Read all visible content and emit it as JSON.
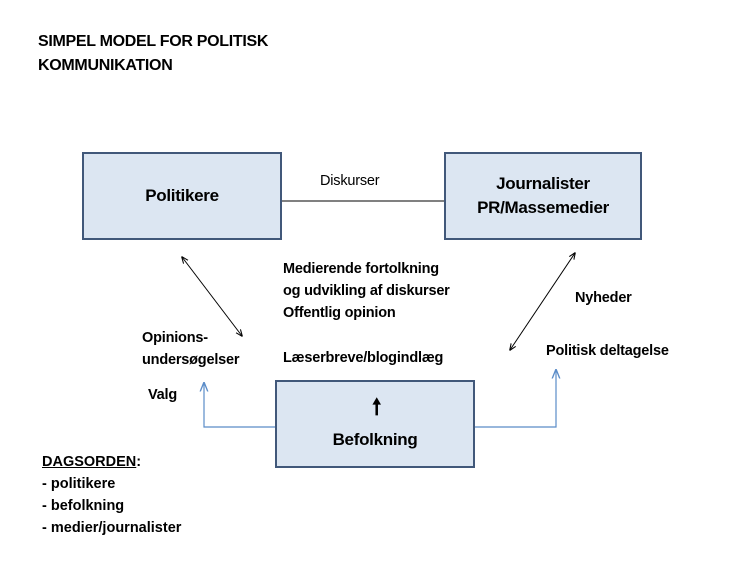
{
  "title": {
    "line1": "SIMPEL MODEL FOR POLITISK",
    "line2": "KOMMUNIKATION"
  },
  "boxes": {
    "politikere": "Politikere",
    "journalister_line1": "Journalister",
    "journalister_line2": "PR/Massemedier",
    "befolkning": "Befolkning"
  },
  "labels": {
    "diskurser": "Diskurser",
    "center_line1": "Medierende fortolkning",
    "center_line2": "og udvikling af diskurser",
    "center_line3": "Offentlig opinion",
    "laeserbreve": "Læserbreve/blogindlæg",
    "opinion_line1": "Opinions-",
    "opinion_line2": "undersøgelser",
    "valg": "Valg",
    "nyheder": "Nyheder",
    "politisk_deltagelse": "Politisk deltagelse"
  },
  "agenda": {
    "heading": "DAGSORDEN",
    "colon": ":",
    "items": [
      "- politikere",
      "- befolkning",
      "- medier/journalister"
    ]
  },
  "colors": {
    "box_fill": "#dce6f2",
    "box_border": "#41587a",
    "arrow_black": "#000000",
    "arrow_blue": "#5b8cc8"
  },
  "icons": {
    "up_arrow": "up-arrow-icon"
  }
}
